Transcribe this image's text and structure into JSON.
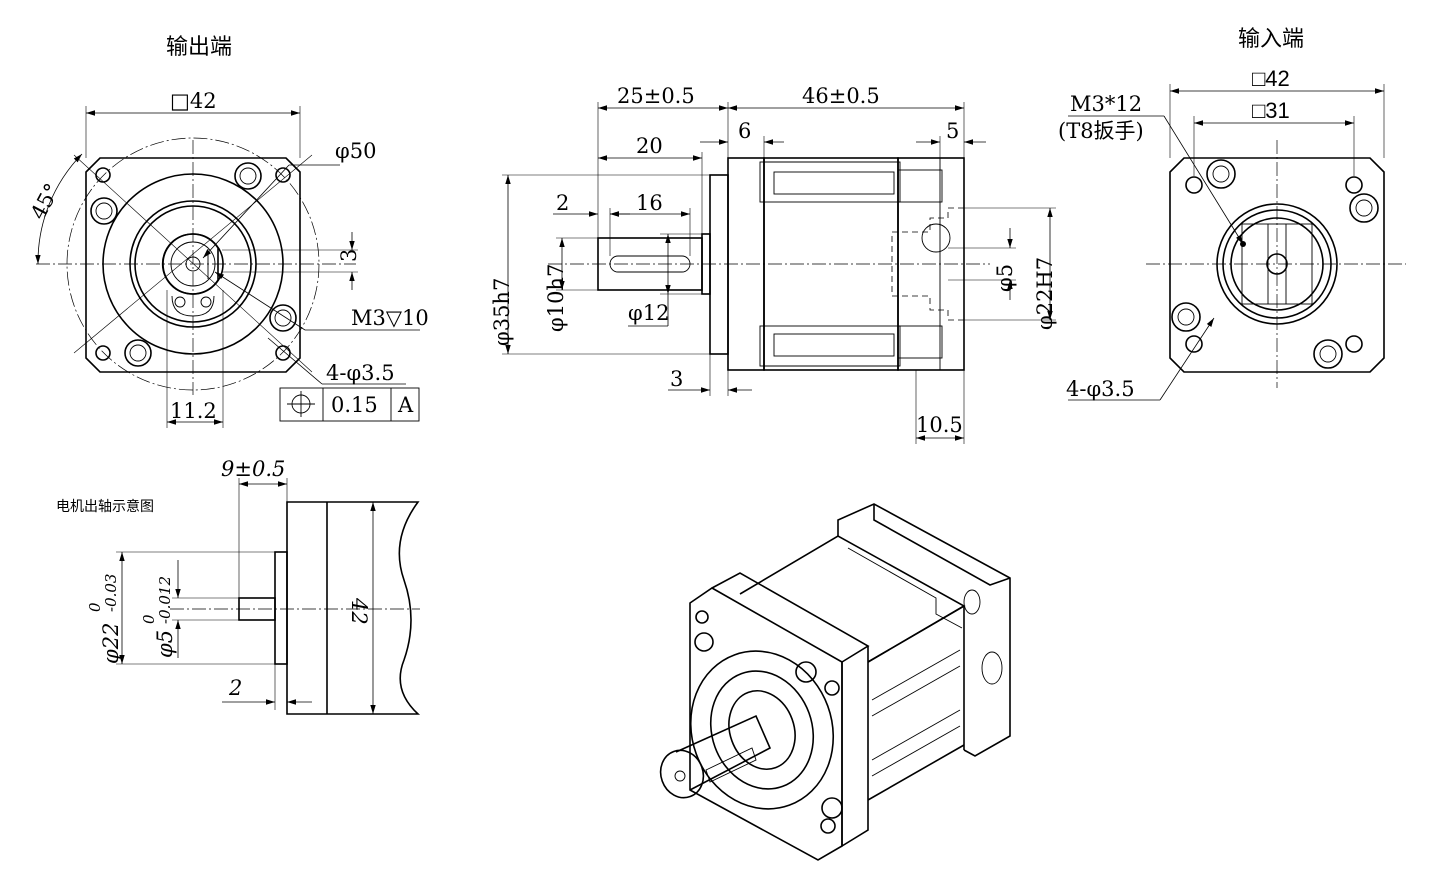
{
  "views": {
    "output_end": {
      "title": "输出端"
    },
    "input_end": {
      "title": "输入端"
    },
    "motor_shaft": {
      "title": "电机出轴示意图"
    }
  },
  "dimensions": {
    "out_square": "□42",
    "out_pcd": "φ50",
    "out_angle": "45°",
    "out_key": "3",
    "out_tap": "M3▽10",
    "out_holes": "4-φ3.5",
    "out_offset": "11.2",
    "tol_value": "0.15",
    "tol_datum": "A",
    "side_len1": "25±0.5",
    "side_len2": "46±0.5",
    "side_shaft": "20",
    "side_flange": "6",
    "side_rear": "5",
    "side_2": "2",
    "side_key": "16",
    "side_pilot": "φ35h7",
    "side_shaft_dia": "φ10h7",
    "side_boss": "φ12",
    "side_3": "3",
    "side_bore": "φ5",
    "side_inbore": "φ22H7",
    "side_10_5": "10.5",
    "in_square": "□42",
    "in_pcd": "□31",
    "in_screw": "M3*12",
    "in_wrench": "(T8扳手)",
    "in_holes": "4-φ3.5",
    "motor_len": "9±0.5",
    "motor_pilot": "φ22",
    "motor_pilot_tol_up": "0",
    "motor_pilot_tol_dn": "-0.03",
    "motor_shaft": "φ5",
    "motor_shaft_tol_up": "0",
    "motor_shaft_tol_dn": "-0.012",
    "motor_2": "2",
    "motor_42": "42"
  }
}
